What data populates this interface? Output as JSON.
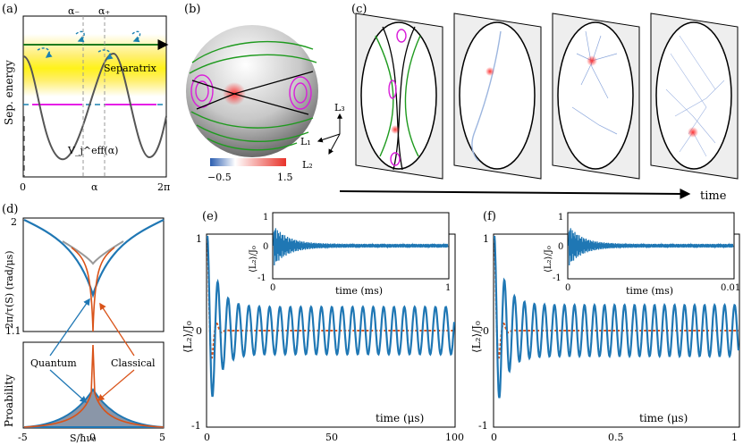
{
  "panel_labels": {
    "a": "(a)",
    "b": "(b)",
    "c": "(c)",
    "d": "(d)",
    "e": "(e)",
    "f": "(f)"
  },
  "panel_a": {
    "ylabel": "Sep. energy",
    "xlabel": "α",
    "xticks": [
      "0",
      "α",
      "2π"
    ],
    "top_labels": [
      "α₋",
      "α₊"
    ],
    "separatrix_label": "Separatrix",
    "potential_label": "V_j^eff(α)"
  },
  "panel_b": {
    "colorbar_ticks": [
      "−0.5",
      "1.5"
    ],
    "axes": [
      "L₁",
      "L₂",
      "L₃"
    ]
  },
  "panel_c": {
    "arrow_label": "time"
  },
  "panel_d": {
    "top_ylabel": "2π/τ(S) (rad/μs)",
    "top_yticks": [
      "2",
      "1.1"
    ],
    "bottom_ylabel": "Proability",
    "xlabel": "S/ħν₀",
    "xticks": [
      "-5",
      "0",
      "5"
    ],
    "quantum_label": "Quantum",
    "classical_label": "Classical",
    "colors": {
      "quantum": "#1f77b4",
      "classical": "#d95319",
      "gray": "#999999"
    }
  },
  "chart_data": [
    {
      "type": "line",
      "panel": "e",
      "ylabel": "⟨L₂⟩/J₀",
      "xlabel": "time (μs)",
      "xlim": [
        0,
        100
      ],
      "ylim": [
        -1,
        1
      ],
      "xticks": [
        "0",
        "50",
        "100"
      ],
      "yticks": [
        "1",
        "0",
        "-1"
      ],
      "series": [
        {
          "name": "Quantum",
          "color": "#1f77b4",
          "amplitude": 0.25,
          "period": 4.2,
          "decay": 4
        },
        {
          "name": "Classical",
          "color": "#d95319",
          "amplitude": 0.0,
          "period": 4.0,
          "decay": 3
        }
      ],
      "inset": {
        "xlabel": "time (ms)",
        "xticks": [
          "0",
          "1"
        ],
        "yticks": [
          "1",
          "0",
          "-1"
        ],
        "ylabel": "⟨L₂⟩/J₀"
      }
    },
    {
      "type": "line",
      "panel": "f",
      "ylabel": "⟨L₂⟩/J₀",
      "xlabel": "time (μs)",
      "xlim": [
        0,
        1
      ],
      "ylim": [
        -1,
        1
      ],
      "xticks": [
        "0",
        "0.5",
        "1"
      ],
      "yticks": [
        "1",
        "0",
        "-1"
      ],
      "series": [
        {
          "name": "Quantum",
          "color": "#1f77b4",
          "amplitude": 0.27,
          "period": 0.041,
          "decay": 0.04
        },
        {
          "name": "Classical",
          "color": "#d95319",
          "amplitude": 0.0,
          "period": 0.04,
          "decay": 0.03
        }
      ],
      "inset": {
        "xlabel": "time (ms)",
        "xticks": [
          "0",
          "0.01"
        ],
        "yticks": [
          "1",
          "0",
          "-1"
        ],
        "ylabel": "⟨L₂⟩/J₀"
      }
    }
  ]
}
